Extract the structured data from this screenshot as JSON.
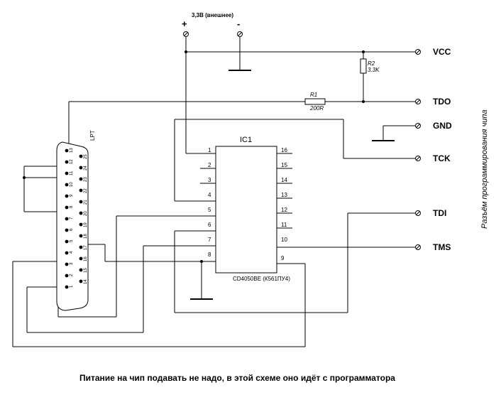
{
  "power": {
    "label": "3,3В (внешнее)",
    "plus": "+",
    "minus": "-"
  },
  "connector_lpt": {
    "label": "LPT",
    "top_row": [
      "13",
      "12",
      "11",
      "10",
      "9",
      "8",
      "7",
      "6",
      "5",
      "4",
      "3",
      "2",
      "1"
    ],
    "bottom_row": [
      "25",
      "24",
      "23",
      "22",
      "21",
      "20",
      "19",
      "18",
      "17",
      "16",
      "15",
      "14"
    ]
  },
  "ic": {
    "ref": "IC1",
    "part": "CD4050BE (К561ПУ4)",
    "left_pins": [
      "1",
      "2",
      "3",
      "4",
      "5",
      "6",
      "7",
      "8"
    ],
    "right_pins": [
      "16",
      "15",
      "14",
      "13",
      "12",
      "11",
      "10",
      "9"
    ]
  },
  "resistors": {
    "r1": {
      "ref": "R1",
      "value": "200R"
    },
    "r2": {
      "ref": "R2",
      "value": "3.3K"
    }
  },
  "terminals": [
    "VCC",
    "TDO",
    "GND",
    "TCK",
    "TDI",
    "TMS"
  ],
  "side_label": "Разъём программирования чипа",
  "caption": "Питание на чип подавать не надо, в этой схеме оно идёт с программатора"
}
